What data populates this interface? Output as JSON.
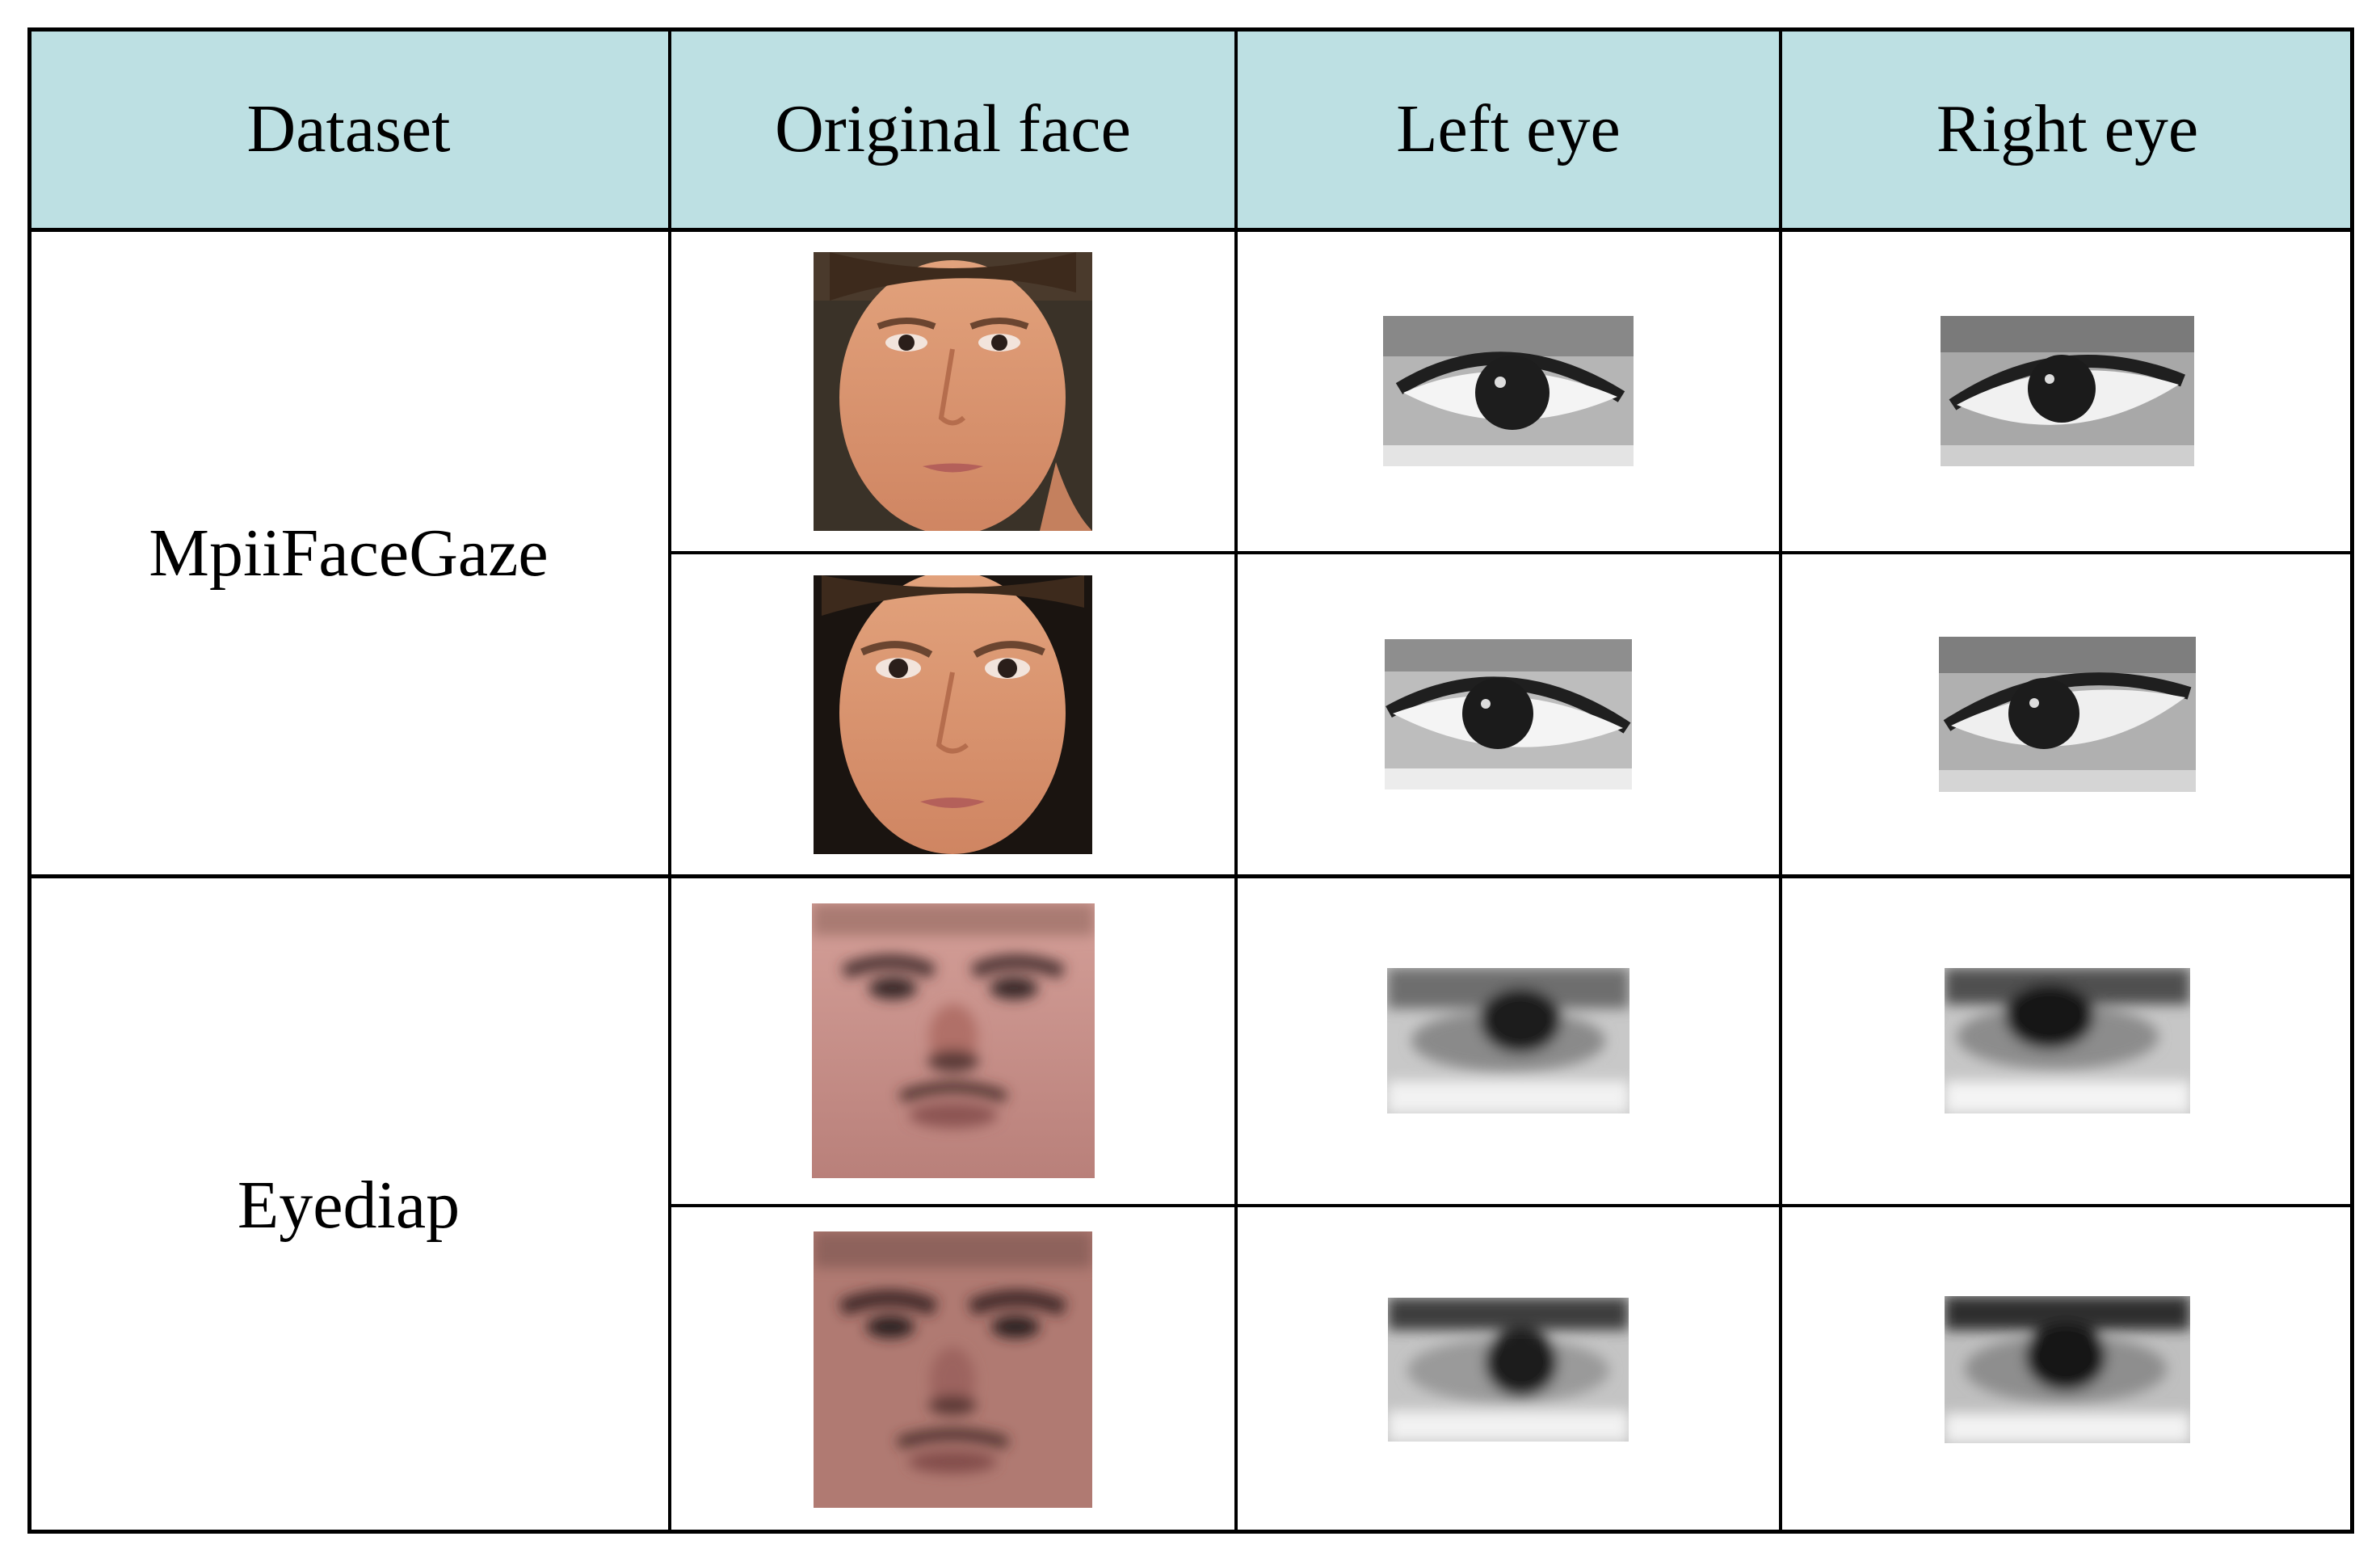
{
  "table": {
    "headers": [
      "Dataset",
      "Original face",
      "Left eye",
      "Right eye"
    ],
    "header_bg": "#bde0e3",
    "datasets": [
      {
        "name": "MpiiFaceGaze",
        "rows": 2
      },
      {
        "name": "Eyediap",
        "rows": 2
      }
    ],
    "images": [
      {
        "face": "female-face-photo",
        "left": "left-eye-crop-grayscale",
        "right": "right-eye-crop-grayscale"
      },
      {
        "face": "female-face-photo",
        "left": "left-eye-crop-grayscale",
        "right": "right-eye-crop-grayscale"
      },
      {
        "face": "male-face-photo-blurred",
        "left": "left-eye-crop-blurred",
        "right": "right-eye-crop-blurred"
      },
      {
        "face": "male-face-photo-blurred",
        "left": "left-eye-crop-blurred",
        "right": "right-eye-crop-blurred"
      }
    ]
  }
}
